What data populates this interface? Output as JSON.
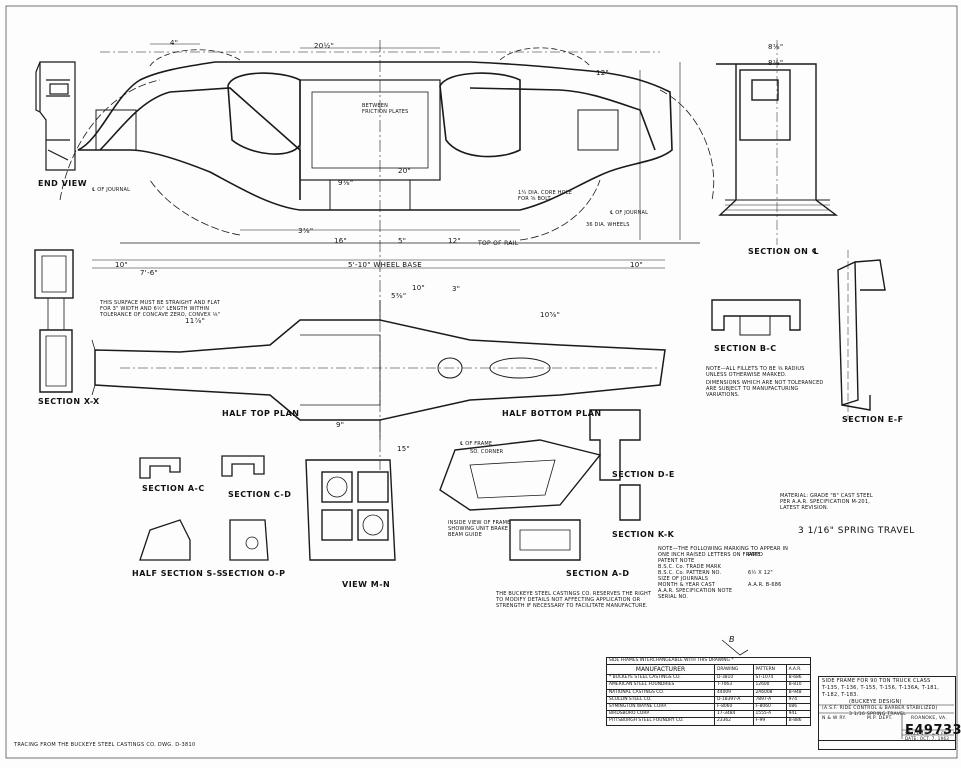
{
  "views": {
    "end_view": "END VIEW",
    "section_center": "SECTION ON ℄",
    "section_bc": "SECTION B-C",
    "section_ef": "SECTION E-F",
    "section_xx": "SECTION X-X",
    "half_top_plan": "HALF TOP PLAN",
    "half_bottom_plan": "HALF BOTTOM PLAN",
    "section_ac": "SECTION A-C",
    "section_cd": "SECTION C-D",
    "half_section_ss": "HALF SECTION S-S",
    "section_op": "SECTION O-P",
    "view_mn": "VIEW M-N",
    "section_ad": "SECTION A-D",
    "section_de": "SECTION D-E",
    "section_kk": "SECTION K-K"
  },
  "dimensions": {
    "d20": "20½\"",
    "d4": "4\"",
    "d12": "12\"",
    "d8a": "8⅛\"",
    "d8b": "8⅛\"",
    "d16": "16\"",
    "d5": "5\"",
    "d10": "10\"",
    "d7": "7'-6\"",
    "d10b": "10\"",
    "wheel_base": "5'-10\" WHEEL BASE",
    "d10c": "10\"",
    "d10d": "10⅝\"",
    "d3": "3\"",
    "d12b": "12\"",
    "d20b": "20\"",
    "d9": "9⅛\"",
    "d3b": "3⅞\"",
    "d15": "15\"",
    "d5b": "5⅜\"",
    "d11": "11⅞\"",
    "d9b": "9\""
  },
  "callouts": {
    "of_journal_a": "℄ OF JOURNAL",
    "of_journal_b": "℄ OF JOURNAL",
    "between_friction": "BETWEEN\nFRICTION PLATES",
    "dia_hole": "1¼ DIA. CORE HOLE\nFOR ⅝ BOLT",
    "wheels": "36 DIA. WHEELS",
    "top_of_rail": "TOP OF RAIL",
    "of_frame": "℄ OF FRAME",
    "so_corner": "SO. CORNER",
    "inside_view": "INSIDE VIEW OF FRAME\nSHOWING UNIT BRAKE\nBEAM GUIDE",
    "surface_note": "THIS SURFACE MUST BE STRAIGHT AND FLAT\nFOR 3\" WIDTH AND 6½\" LENGTH WITHIN\nTOLERANCE OF CONCAVE ZERO, CONVEX ⅛\"",
    "fillets_note": "NOTE—ALL FILLETS TO BE ⅜ RADIUS\nUNLESS OTHERWISE MARKED.",
    "tolerance_note": "DIMENSIONS WHICH ARE NOT TOLERANCED\nARE SUBJECT TO MANUFACTURING\nVARIATIONS.",
    "material_note": "MATERIAL: GRADE \"B\" CAST STEEL\nPER A.A.R. SPECIFICATION M-201,\nLATEST REVISION.",
    "spring_travel": "3 1/16\" SPRING TRAVEL",
    "marking_note": "NOTE—THE FOLLOWING MARKING TO APPEAR IN\nONE INCH RAISED LETTERS ON FRAME.\nPATENT NOTE\nB.S.C. Co. TRADE MARK\nB.S.C. Co. PATTERN NO.\nSIZE OF JOURNALS\nMONTH & YEAR CAST\nA.A.R. SPECIFICATION NOTE\nSERIAL NO.",
    "marking_values": "PAT'D\n\n\n6½ X 12\"\n\nA.A.R. B-686",
    "buckeye_note": "THE BUCKEYE STEEL CASTINGS CO. RESERVES THE RIGHT\nTO MODIFY DETAILS NOT AFFECTING APPLICATION OR\nSTRENGTH IF NECESSARY TO FACILITATE MANUFACTURE.",
    "tracing": "TRACING FROM THE BUCKEYE STEEL CASTINGS CO. DWG. D-3810"
  },
  "manufacturer_table": {
    "header": "SIDE FRAMES INTERCHANGEABLE WITH THIS DRAWING *",
    "col_manufacturer": "MANUFACTURER",
    "col_drawing": "DRAWING",
    "col_pattern": "PATTERN",
    "col_aar": "A.A.R.",
    "rows": [
      {
        "name": "* BUCKEYE STEEL CASTINGS CO.",
        "drawing": "D-3810",
        "pattern": "ST-1074",
        "aar": "B-686"
      },
      {
        "name": "AMERICAN STEEL FOUNDRIES",
        "drawing": "T-7063",
        "pattern": "12600",
        "aar": "B-810"
      },
      {
        "name": "NATIONAL CASTINGS CO.",
        "drawing": "44009",
        "pattern": "2A6008",
        "aar": "B-948"
      },
      {
        "name": "SCULLIN STEEL CO.",
        "drawing": "D-18397-A",
        "pattern": "7897-A",
        "aar": "974"
      },
      {
        "name": "SYMINGTON WAYNE CORP.",
        "drawing": "F-8060",
        "pattern": "F-8060",
        "aar": "086"
      },
      {
        "name": "BIRDSBORO CORP.",
        "drawing": "17-3484",
        "pattern": "1555-A",
        "aar": "941"
      },
      {
        "name": "PITTSBURGH STEEL FOUNDRY CO.",
        "drawing": "23362",
        "pattern": "F-99",
        "aar": "B-886"
      }
    ]
  },
  "title_block": {
    "line1": "SIDE FRAME FOR 90 TON TRUCK CLASS",
    "line2": "T-135, T-136, T-155, T-156, T-136A, T-181,",
    "line3": "T-182, T-183.",
    "line4": "(BUCKEYE DESIGN)",
    "line5": "(A.S.F. RIDE CONTROL & BARBER STABILIZED)",
    "line6": "3 1/16 SPRING TRAVEL",
    "railway": "N & W RY.",
    "dept": "M.P. DEPT.",
    "city": "ROANOKE, VA.",
    "drawing_number": "E49733",
    "scale": "SCALE 1½\" = 1 FT.",
    "date": "DATE: OCT. 7, 1963",
    "rev_marker": "B"
  }
}
